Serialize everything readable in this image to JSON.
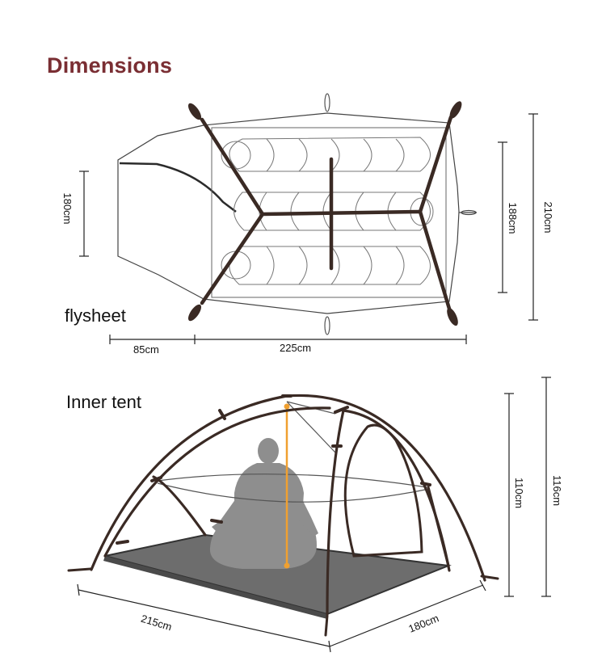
{
  "heading": "Dimensions",
  "flysheet": {
    "label": "flysheet",
    "dims": {
      "vestibule_width": "180cm",
      "inner_length": "188cm",
      "total_length": "210cm",
      "vestibule_depth": "85cm",
      "body_length": "225cm"
    }
  },
  "inner_tent": {
    "label": "Inner tent",
    "dims": {
      "inner_height": "110cm",
      "outer_height": "116cm",
      "floor_length": "215cm",
      "floor_width": "180cm"
    }
  },
  "colors": {
    "heading": "#7a2e33",
    "frame": "#3a2a24",
    "floor": "#6d6d6d",
    "person": "#8e8e8e",
    "height_marker": "#f0a030",
    "line": "#222222"
  }
}
